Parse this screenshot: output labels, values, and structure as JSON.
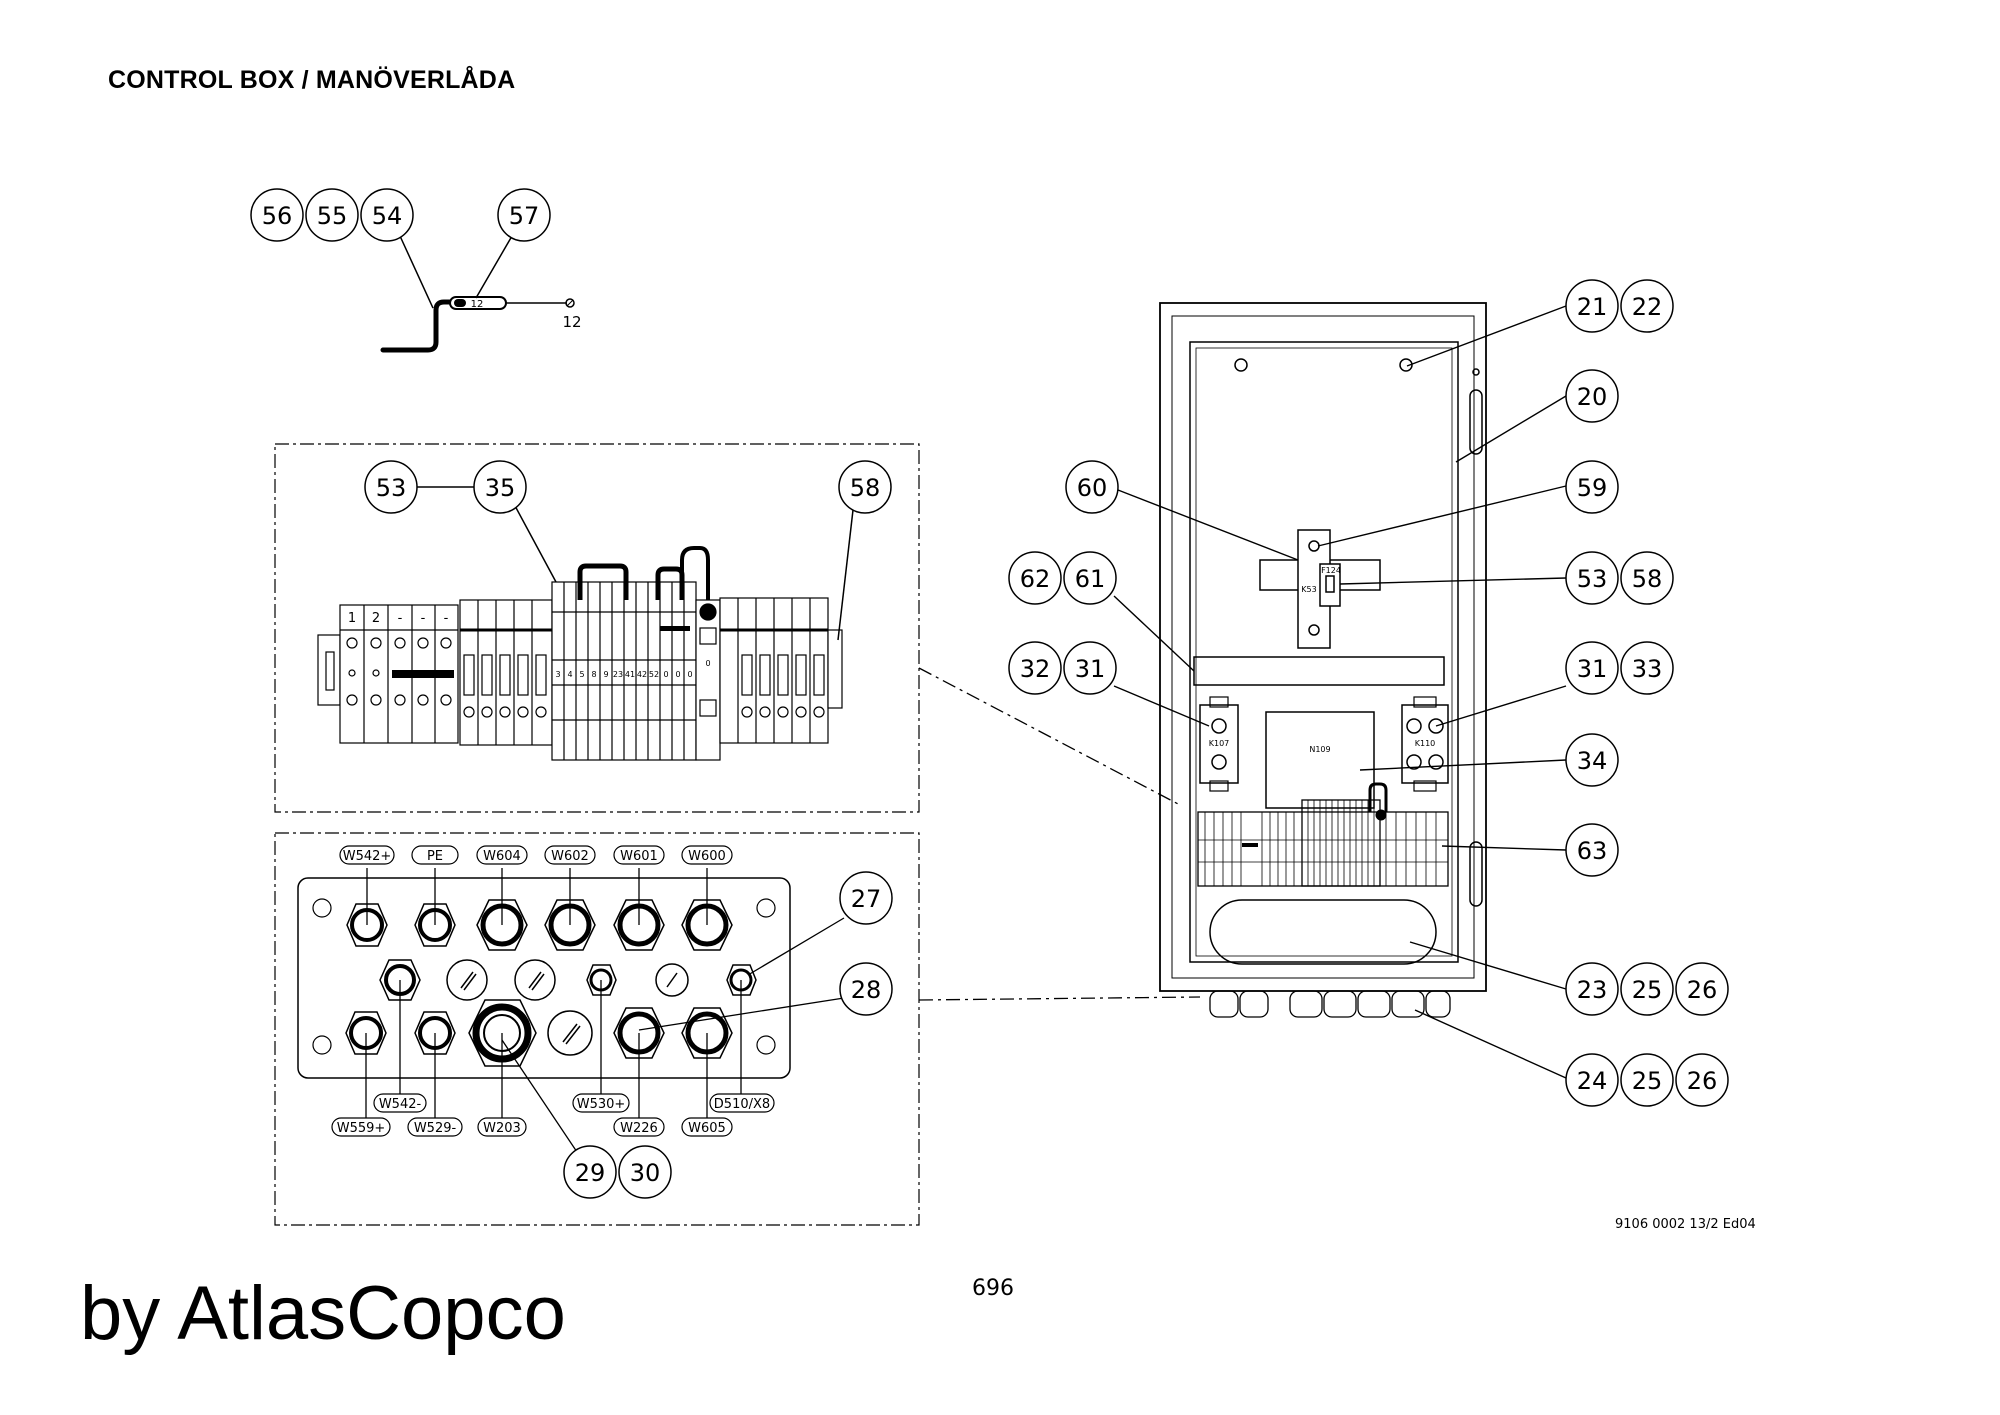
{
  "page": {
    "title": "CONTROL BOX / MANÖVERLÅDA",
    "doc_code": "9106 0002 13/2 Ed04",
    "page_number": "696",
    "brand": "by AtlasCopco"
  },
  "wire_detail": {
    "wire_number": "12",
    "marker_text": "12"
  },
  "callouts": {
    "c21": "21",
    "c22": "22",
    "c20": "20",
    "c60": "60",
    "c59": "59",
    "c62": "62",
    "c61": "61",
    "c53b": "53",
    "c58b": "58",
    "c32": "32",
    "c31a": "31",
    "c31b": "31",
    "c33": "33",
    "c34": "34",
    "c63": "63",
    "c23": "23",
    "c25a": "25",
    "c26a": "26",
    "c24": "24",
    "c25b": "25",
    "c26b": "26",
    "c56": "56",
    "c55": "55",
    "c54": "54",
    "c57": "57",
    "c53a": "53",
    "c35": "35",
    "c58a": "58",
    "c27": "27",
    "c28": "28",
    "c29": "29",
    "c30": "30"
  },
  "gland_labels": {
    "top": [
      "W542+",
      "PE",
      "W604",
      "W602",
      "W601",
      "W600"
    ],
    "w542m": "W542-",
    "w559p": "W559+",
    "w529m": "W529-",
    "w203": "W203",
    "w530p": "W530+",
    "w226": "W226",
    "w605": "W605",
    "d510": "D510/X8"
  },
  "terminal_rail": {
    "head_labels": [
      "1",
      "2",
      "-",
      "-",
      "-"
    ],
    "numbers": [
      "3",
      "4",
      "5",
      "8",
      "9",
      "23",
      "41",
      "42",
      "52",
      "0",
      "0",
      "0"
    ],
    "relay_mark": "0"
  },
  "components": {
    "k53": "K53",
    "f124": "F124",
    "k107": "K107",
    "k110": "K110",
    "n109": "N109"
  }
}
